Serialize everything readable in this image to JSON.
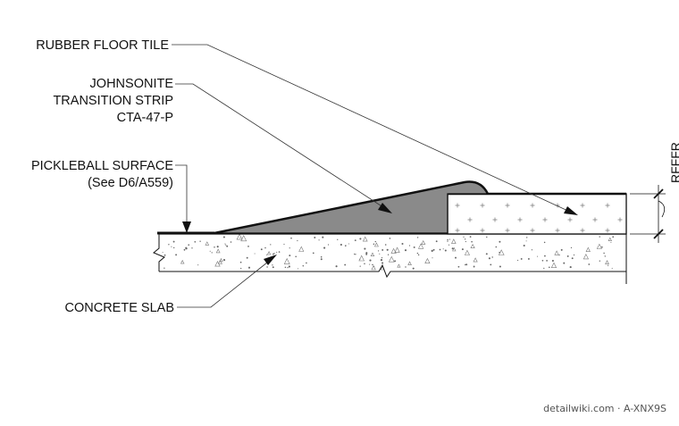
{
  "labels": {
    "rubber_floor_tile": "RUBBER FLOOR TILE",
    "johnsonite_1": "JOHNSONITE",
    "johnsonite_2": "TRANSITION STRIP",
    "johnsonite_3": "CTA-47-P",
    "pickleball_1": "PICKLEBALL SURFACE",
    "pickleball_2": "(See D6/A559)",
    "concrete_slab": "CONCRETE SLAB",
    "dimension": "RFFFR"
  },
  "watermark": "detailwiki.com · A-XNX9S",
  "colors": {
    "line": "#111111",
    "strip_fill": "#8a8a8a",
    "leader": "#333333",
    "stipple": "#666666"
  }
}
